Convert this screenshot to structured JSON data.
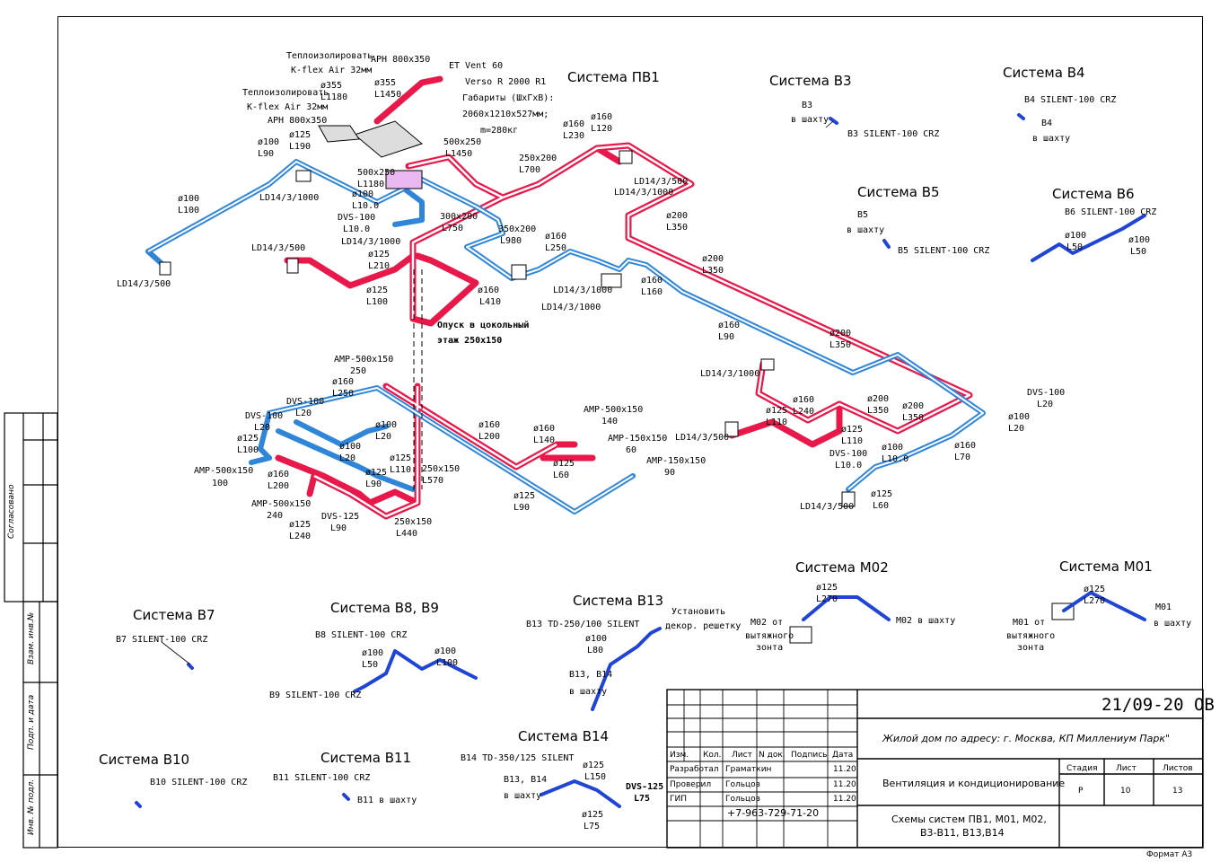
{
  "colors": {
    "supply": "#e8184a",
    "exhaust": "#2f86d8",
    "system_b": "#1f44d6",
    "frame": "#000000"
  },
  "systems": {
    "pv1": "Система ПВ1",
    "v3": "Система В3",
    "v4": "Система В4",
    "v5": "Система В5",
    "v6": "Система В6",
    "v7": "Система В7",
    "v8v9": "Система В8, В9",
    "v13": "Система В13",
    "v14": "Система В14",
    "v10": "Система В10",
    "v11": "Система В11",
    "m02": "Система М02",
    "m01": "Система М01"
  },
  "labels": {
    "teplo1": "Теплоизолировать",
    "kflex1": "K-flex Air 32мм",
    "arn_top": "АРН 800х350",
    "etvent": "ET Vent 60",
    "verso": "Verso R 2000 R1",
    "gabarity": "Габариты (ШхГхВ):",
    "dims": "2060х1210х527мм;",
    "mass": "m=280кг",
    "d355": "ø355",
    "l1180a": "L1180",
    "d355b": "ø355",
    "l1450a": "L1450",
    "teplo2": "Теплоизолировать",
    "kflex2": "K-flex Air 32мм",
    "arn2": "АРН 800х350",
    "d125a": "ø125",
    "l190": "L190",
    "d100a": "ø100",
    "l90a": "L90",
    "d100b": "ø100",
    "l100a": "L100",
    "ld1": "LD14/3/1000",
    "ld2": "LD14/3/500",
    "d500x250": "500х250",
    "l1450b": "L1450",
    "d500x250b": "500х250",
    "l1180b": "L1180",
    "d100c": "ø100",
    "l10a": "L10.0",
    "dvs100a": "DVS-100",
    "l10b": "L10.0",
    "ld3": "LD14/3/1000",
    "d300x200": "300х200",
    "l750": "L750",
    "d350x200": "350х200",
    "l980": "L980",
    "ld4": "LD14/3/500",
    "d125b": "ø125",
    "l210": "L210",
    "d125c": "ø125",
    "l100b": "L100",
    "d160a": "ø160",
    "l410": "L410",
    "opusk": "Опуск в цокольный",
    "etazh": "этаж 250х150",
    "d160b": "ø160",
    "l230": "L230",
    "d160c": "ø160",
    "l120": "L120",
    "d250x200": "250х200",
    "l700": "L700",
    "ld5": "LD14/3/500",
    "ld6": "LD14/3/1000",
    "d200a": "ø200",
    "l350a": "L350",
    "d160d": "ø160",
    "l250a": "L250",
    "d200b": "ø200",
    "l350b": "L350",
    "ld7": "LD14/3/1000",
    "ld8": "LD14/3/1000",
    "d160e": "ø160",
    "l160": "L160",
    "d160f": "ø160",
    "l90b": "L90",
    "d200c": "ø200",
    "l350c": "L350",
    "ld9": "LD14/3/1000",
    "ld10": "LD14/3/500",
    "d160g": "ø160",
    "l240a": "L240",
    "d200d": "ø200",
    "l350d": "L350",
    "d200e": "ø200",
    "l350e": "L350",
    "d125d": "ø125",
    "l110a": "L110",
    "d125e": "ø125",
    "l110b": "L110",
    "dvs100b": "DVS-100",
    "l20a": "L20",
    "d100d": "ø100",
    "l20b": "L20",
    "d160h": "ø160",
    "l70": "L70",
    "dvs100c": "DVS-100",
    "l10c": "L10.0",
    "d100e": "ø100",
    "l10d": "L10.0",
    "d125f": "ø125",
    "l60a": "L60",
    "ld11": "LD14/3/500",
    "amp1": "AMP-500х150",
    "n250": "250",
    "d160i": "ø160",
    "l250b": "L250",
    "dvs100d": "DVS-100",
    "l20c": "L20",
    "dvs100e": "DVS-100",
    "l20d": "L20",
    "d125g": "ø125",
    "l100c": "L100",
    "amp2": "AMP-500х150",
    "n100": "100",
    "d100f": "ø100",
    "l20e": "L20",
    "d100g": "ø100",
    "l20f": "L20",
    "d160j": "ø160",
    "l200a": "L200",
    "d125h": "ø125",
    "l110c": "L110",
    "d125i": "ø125",
    "l90c": "L90",
    "d160k": "ø160",
    "l200b": "L200",
    "amp3": "AMP-500х150",
    "n240": "240",
    "dvs125": "DVS-125",
    "l90d": "L90",
    "d125j": "ø125",
    "l240b": "L240",
    "d250x150a": "250х150",
    "l570": "L570",
    "d250x150b": "250х150",
    "l440": "L440",
    "d160l": "ø160",
    "l140": "L140",
    "amp4": "AMP-500х150",
    "n140": "140",
    "amp5": "AMP-150х150",
    "n60": "60",
    "d125k": "ø125",
    "l60b": "L60",
    "amp6": "AMP-150х150",
    "n90": "90",
    "d125l": "ø125",
    "l90e": "L90",
    "b3": "В3",
    "b3shaft": "в шахту",
    "b3silent": "В3 SILENT-100 CRZ",
    "b4silent": "В4 SILENT-100 CRZ",
    "b4": "В4",
    "b4shaft": "в шахту",
    "b5": "В5",
    "b5shaft": "в шахту",
    "b5silent": "В5 SILENT-100 CRZ",
    "b6silent": "В6 SILENT-100 CRZ",
    "d100h": "ø100",
    "l50a": "L50",
    "d100i": "ø100",
    "l50b": "L50",
    "b7silent": "В7 SILENT-100 CRZ",
    "b8silent": "В8 SILENT-100 CRZ",
    "d100j": "ø100",
    "l50c": "L50",
    "d100k": "ø100",
    "l100d": "L100",
    "b9silent": "В9 SILENT-100 CRZ",
    "b13td": "В13 TD-250/100 SILENT",
    "d100l": "ø100",
    "l80": "L80",
    "ustan": "Установить",
    "dekor": "декор. решетку",
    "b13b14": "В13, В14",
    "b13shaft": "в шахту",
    "b14td": "В14 TD-350/125 SILENT",
    "d125m": "ø125",
    "l150": "L150",
    "b13b14b": "В13, В14",
    "b14shaft": "в шахту",
    "dvs125b": "DVS-125",
    "l75a": "L75",
    "d125n": "ø125",
    "l75b": "L75",
    "b10silent": "В10 SILENT-100 CRZ",
    "b11silent": "В11 SILENT-100 CRZ",
    "b11shaft": "В11 в шахту",
    "d125o": "ø125",
    "l270a": "L270",
    "m02from": "М02 от",
    "m02hood": "вытяжного",
    "m02zont": "зонта",
    "m02shaft": "М02 в шахту",
    "d125p": "ø125",
    "l270b": "L270",
    "m01": "М01",
    "m01shaft": "в шахту",
    "m01from": "М01 от",
    "m01hood": "вытяжного",
    "m01zont": "зонта"
  },
  "side": {
    "soglas": "Согласовано",
    "vzam": "Взам. инв.№",
    "podp": "Подп. и дата",
    "inv": "Инв. № подл."
  },
  "title_block": {
    "code": "21/09-20 ОВ",
    "project": "Жилой дом по адресу: г. Москва, КП Миллениум Парк\"",
    "section": "Вентиляция и кондиционирование",
    "sheet_title_1": "Схемы систем ПВ1, М01, М02,",
    "sheet_title_2": "В3-В11, В13,В14",
    "cols": [
      "Изм.",
      "Кол.",
      "Лист",
      "N док.",
      "Подпись",
      "Дата"
    ],
    "rows": [
      {
        "role": "Разработал",
        "name": "Граматкин",
        "date": "11.20"
      },
      {
        "role": "Проверил",
        "name": "Гольцов",
        "date": "11.20"
      },
      {
        "role": "ГИП",
        "name": "Гольцов",
        "date": "11.20"
      }
    ],
    "phone": "+7-963-729-71-20",
    "stage_h": "Стадия",
    "sheet_h": "Лист",
    "sheets_h": "Листов",
    "stage": "Р",
    "sheet": "10",
    "sheets": "13",
    "format": "Формат А3"
  }
}
